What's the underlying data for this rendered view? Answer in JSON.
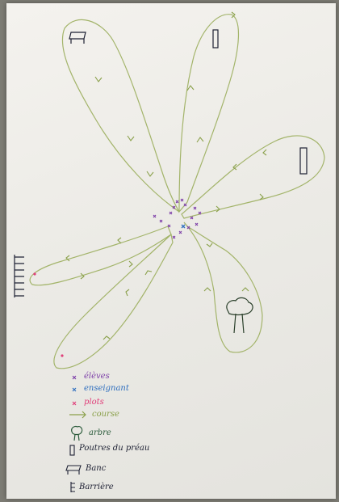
{
  "legend": {
    "eleves": "élèves",
    "enseignant": "enseignant",
    "plots": "plots",
    "course": "course",
    "arbre": "arbre",
    "poutres": "Poutres du préau",
    "banc": "Banc",
    "barriere": "Barrière"
  },
  "colors": {
    "paper": "#ecebe6",
    "route": "#8aa04a",
    "eleves": "#7d3fa8",
    "enseignant": "#2f6fbf",
    "plots": "#e0407a",
    "ink": "#1d2033"
  }
}
